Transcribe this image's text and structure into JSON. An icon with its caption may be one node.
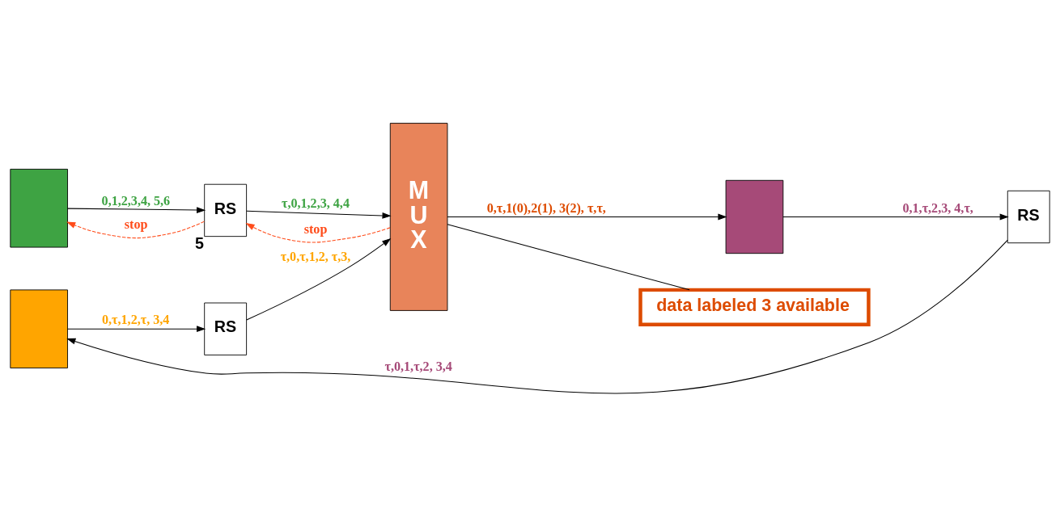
{
  "diagram": {
    "nodes": [
      {
        "text": [],
        "shape": "box"
      },
      {
        "text": [
          "RS"
        ],
        "beside": [
          "5"
        ]
      },
      {
        "text": [
          "M U X"
        ]
      },
      {
        "text": [],
        "shape": "box"
      },
      {
        "text": [
          "RS"
        ]
      },
      {
        "text": [],
        "shape": "box"
      },
      {
        "text": [
          "RS"
        ]
      },
      {
        "text": [
          "data labeled 3 available"
        ]
      }
    ],
    "edges": [
      {
        "from": 0,
        "to": 1,
        "arrow": "to",
        "label": "0,1,2,3,4, 5,6"
      },
      {
        "from": 1,
        "to": 0,
        "arrow": "to",
        "label": "stop",
        "style": "dashed",
        "color": "#ff4c1a"
      },
      {
        "from": 1,
        "to": 2,
        "arrow": "to",
        "label": "τ,0,1,2,3, 4,4"
      },
      {
        "from": 2,
        "to": 1,
        "arrow": "to",
        "label": "stop",
        "style": "dashed",
        "color": "#ff4c1a"
      },
      {
        "from": 3,
        "to": 4,
        "arrow": "to",
        "label": "0,τ,1,2,τ, 3,4"
      },
      {
        "from": 4,
        "to": 2,
        "arrow": "to",
        "label": "τ,0,τ,1,2, τ,3,"
      },
      {
        "from": 2,
        "to": 5,
        "arrow": "to",
        "label": "0,τ,1(0),2(1), 3(2), τ,τ,"
      },
      {
        "from": 5,
        "to": 6,
        "arrow": "to",
        "label": "0,1,τ,2,3, 4,τ,"
      },
      {
        "from": 6,
        "to": 3,
        "arrow": "to",
        "label": "τ,0,1,τ,2, 3,4"
      },
      {
        "from": 7,
        "to": 2,
        "arrow": "none"
      }
    ]
  }
}
